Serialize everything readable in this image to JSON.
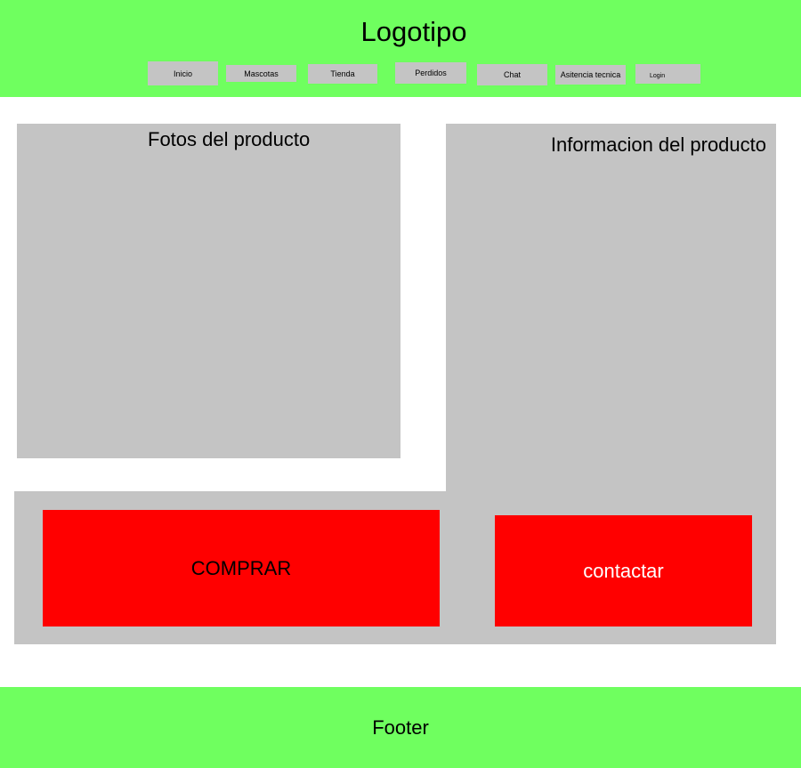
{
  "colors": {
    "green": "#6fff5f",
    "gray": "#c4c4c4",
    "red": "#ff0000",
    "white": "#ffffff",
    "black": "#000000"
  },
  "header": {
    "logo": "Logotipo",
    "nav": [
      {
        "label": "Inicio"
      },
      {
        "label": "Mascotas"
      },
      {
        "label": "Tienda"
      },
      {
        "label": "Perdidos"
      },
      {
        "label": "Chat"
      },
      {
        "label": "Asitencia tecnica"
      },
      {
        "label": "Login"
      }
    ]
  },
  "main": {
    "photos_title": "Fotos del producto",
    "info_title": "Informacion del producto",
    "buy_button": "COMPRAR",
    "contact_button": "contactar"
  },
  "footer": {
    "label": "Footer"
  }
}
